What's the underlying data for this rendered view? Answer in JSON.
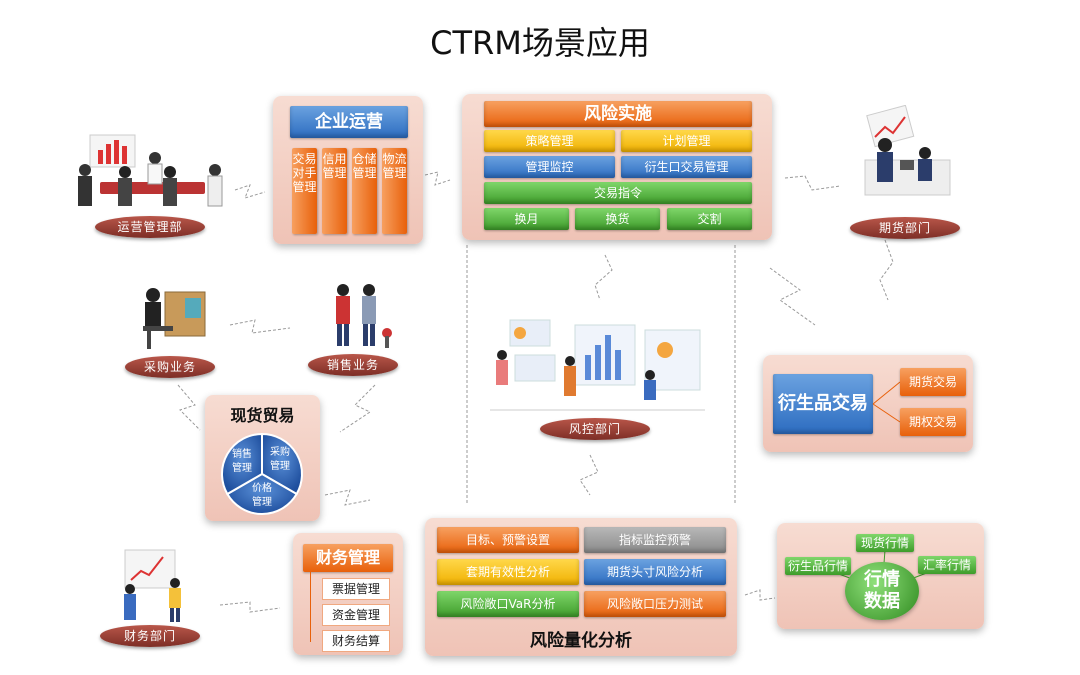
{
  "title": "CTRM场景应用",
  "enterprise_ops": {
    "header": "企业运营",
    "columns": [
      "交易对手管理",
      "信用管理",
      "仓储管理",
      "物流管理"
    ]
  },
  "risk_impl": {
    "header": "风险实施",
    "row1": [
      "策略管理",
      "计划管理"
    ],
    "row2": [
      "管理监控",
      "衍生口交易管理"
    ],
    "row3": "交易指令",
    "row4": [
      "换月",
      "换货",
      "交割"
    ]
  },
  "departments": {
    "ops": "运营管理部",
    "futures": "期货部门",
    "purchase": "采购业务",
    "sales": "销售业务",
    "risk": "风控部门",
    "finance": "财务部门"
  },
  "spot_trade": {
    "title": "现货贸易",
    "segments": [
      "销售管理",
      "采购管理",
      "价格管理"
    ]
  },
  "derivatives": {
    "main": "衍生品交易",
    "items": [
      "期货交易",
      "期权交易"
    ]
  },
  "finance_mgmt": {
    "header": "财务管理",
    "items": [
      "票据管理",
      "资金管理",
      "财务结算"
    ]
  },
  "risk_quant": {
    "title": "风险量化分析",
    "cells": [
      [
        "目标、预警设置",
        "指标监控预警"
      ],
      [
        "套期有效性分析",
        "期货头寸风险分析"
      ],
      [
        "风险敞口VaR分析",
        "风险敞口压力测试"
      ]
    ]
  },
  "market_data": {
    "center": "行情数据",
    "items": [
      "现货行情",
      "衍生品行情",
      "汇率行情"
    ]
  },
  "colors": {
    "orange": "#e8600a",
    "yellow": "#f0b000",
    "blue": "#2c6cc0",
    "green": "#3e9c2a",
    "gray": "#8a8a8a",
    "panel": "#efc3b6",
    "pill": "#7d2e26"
  }
}
